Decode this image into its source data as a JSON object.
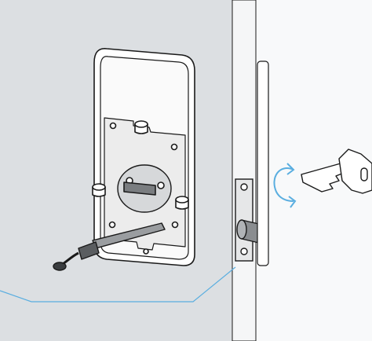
{
  "scene": {
    "subject": "smart-lock-interior-mounting-plate-installation",
    "colors": {
      "door_face": "#dcdfe2",
      "frame": "#f5f6f7",
      "wall": "#f8f9fa",
      "outline": "#1a1a1a",
      "callout_line": "#5aaee0",
      "rotate_arrow": "#5aaee0",
      "plate": "#fafafa",
      "recess": "#ececec"
    },
    "icons": [
      "mounting-plate",
      "cable-connector",
      "deadbolt-latch",
      "strike-plate",
      "key-icon",
      "rotate-arrow-icon",
      "callout-line"
    ]
  }
}
